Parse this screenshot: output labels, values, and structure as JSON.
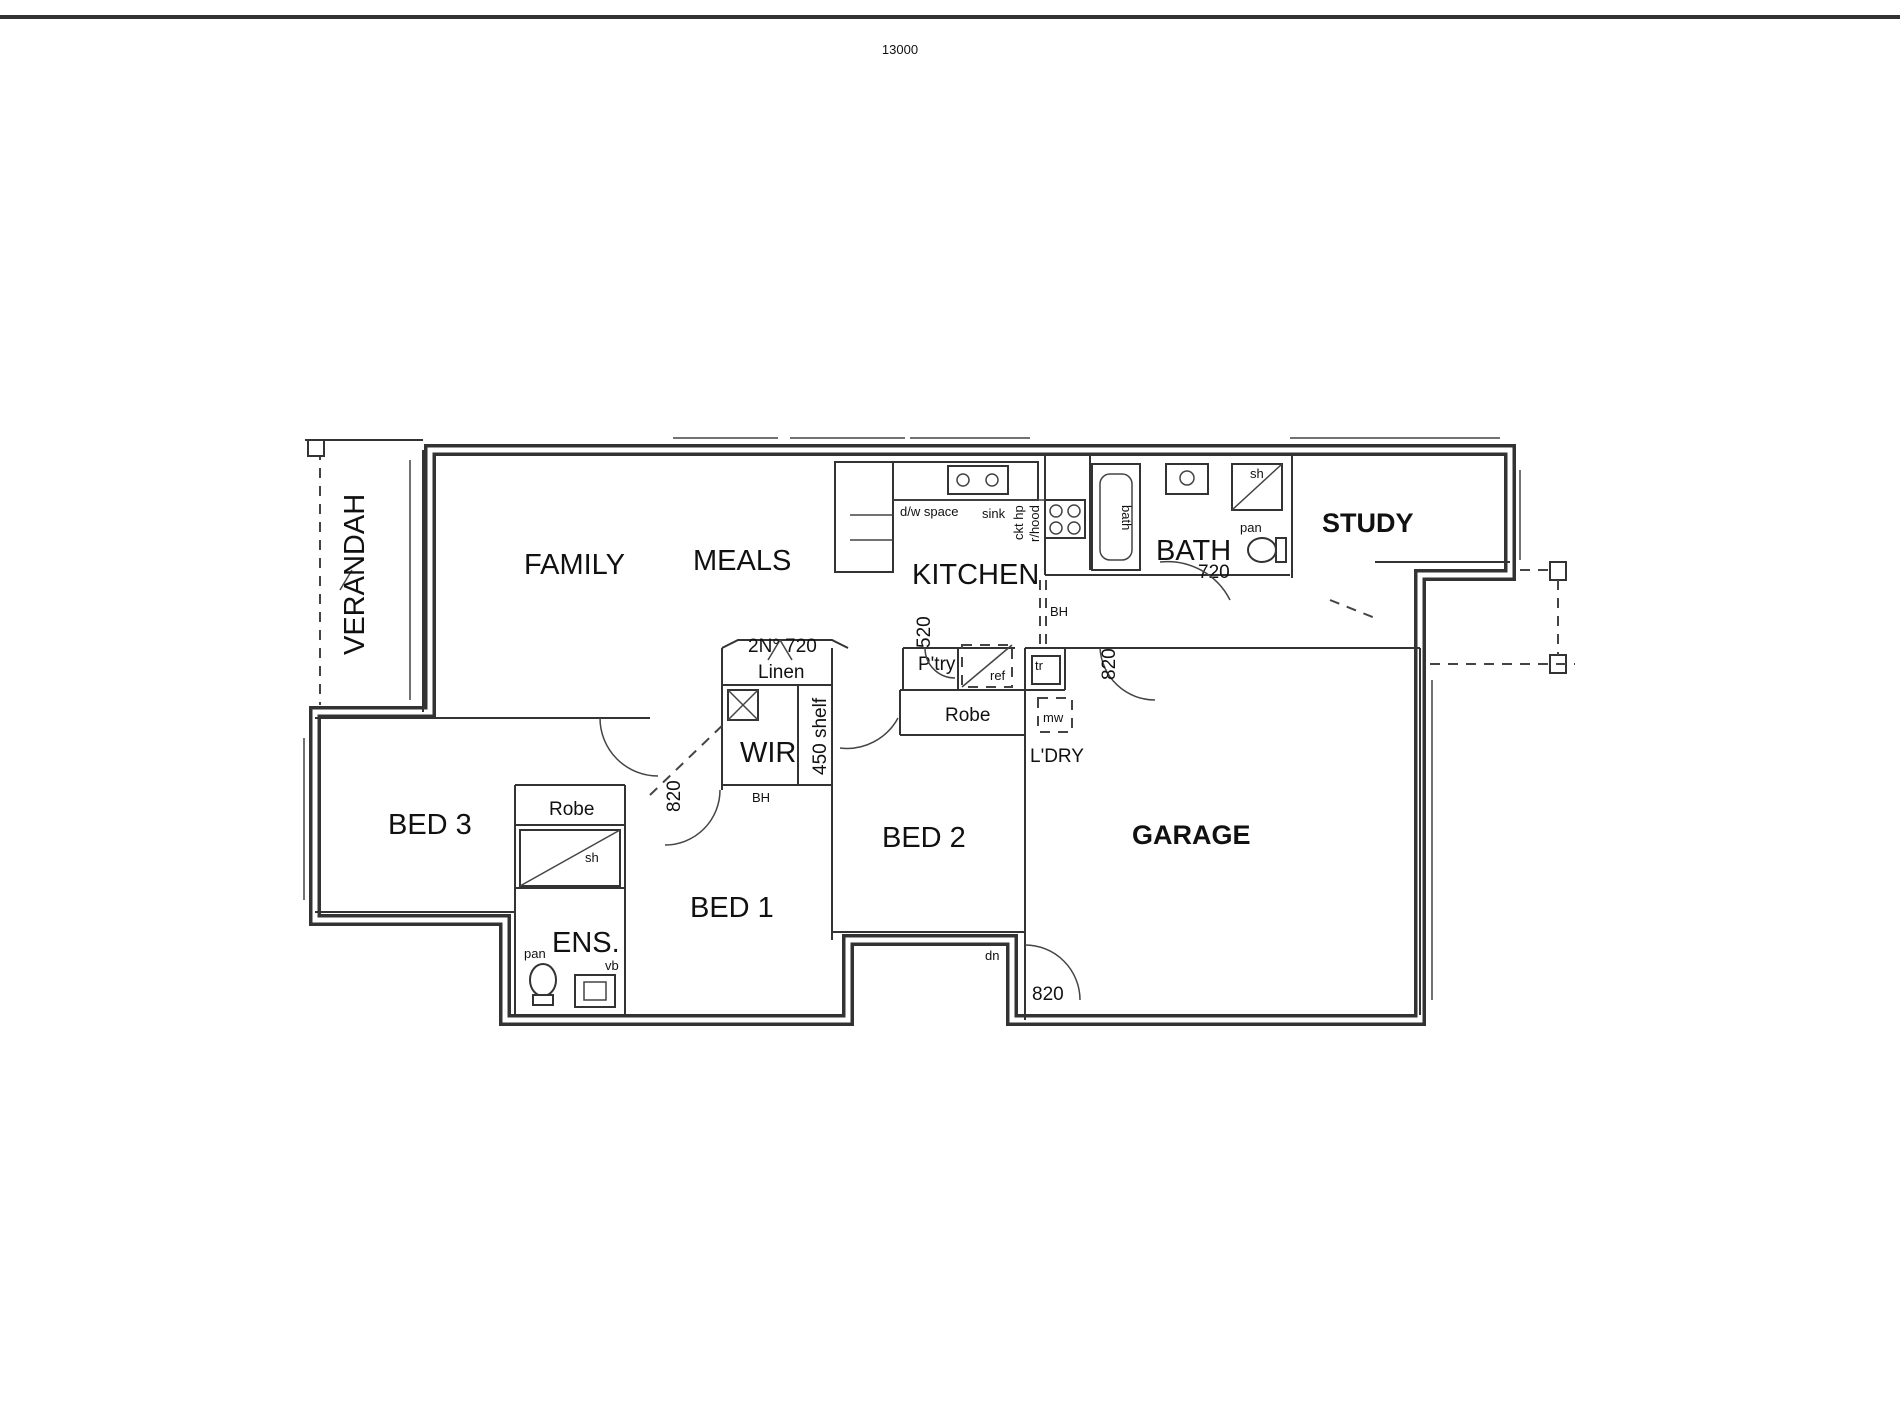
{
  "header": {
    "dimension": "13000"
  },
  "rooms": {
    "verandah": "VERANDAH",
    "family": "FAMILY",
    "meals": "MEALS",
    "kitchen": "KITCHEN",
    "bath": "BATH",
    "study": "STUDY",
    "bed3": "BED 3",
    "bed1": "BED 1",
    "bed2": "BED 2",
    "garage": "GARAGE",
    "ens": "ENS.",
    "wir": "WIR",
    "laundry": "L'DRY",
    "linen": "Linen",
    "pantry": "P'try",
    "robe_bed1": "Robe",
    "robe_bed2": "Robe"
  },
  "annotations": {
    "dw_space": "d/w space",
    "sink": "sink",
    "cooktop": "ckt hp",
    "rhood": "r/hood",
    "bath_label": "bath",
    "shower_bath": "sh",
    "pan_bath": "pan",
    "shower_ens": "sh",
    "pan_ens": "pan",
    "vb_ens": "vb",
    "linen_doors": "2N° 720",
    "shelf": "450 shelf",
    "bh_kitchen": "BH",
    "bh_wir": "BH",
    "door_bath": "720",
    "door_pantry": "520",
    "door_garage": "820",
    "door_bed1": "820",
    "door_garage_rear": "820",
    "ref": "ref",
    "trough": "tr",
    "washing": "mw",
    "dn": "dn"
  }
}
